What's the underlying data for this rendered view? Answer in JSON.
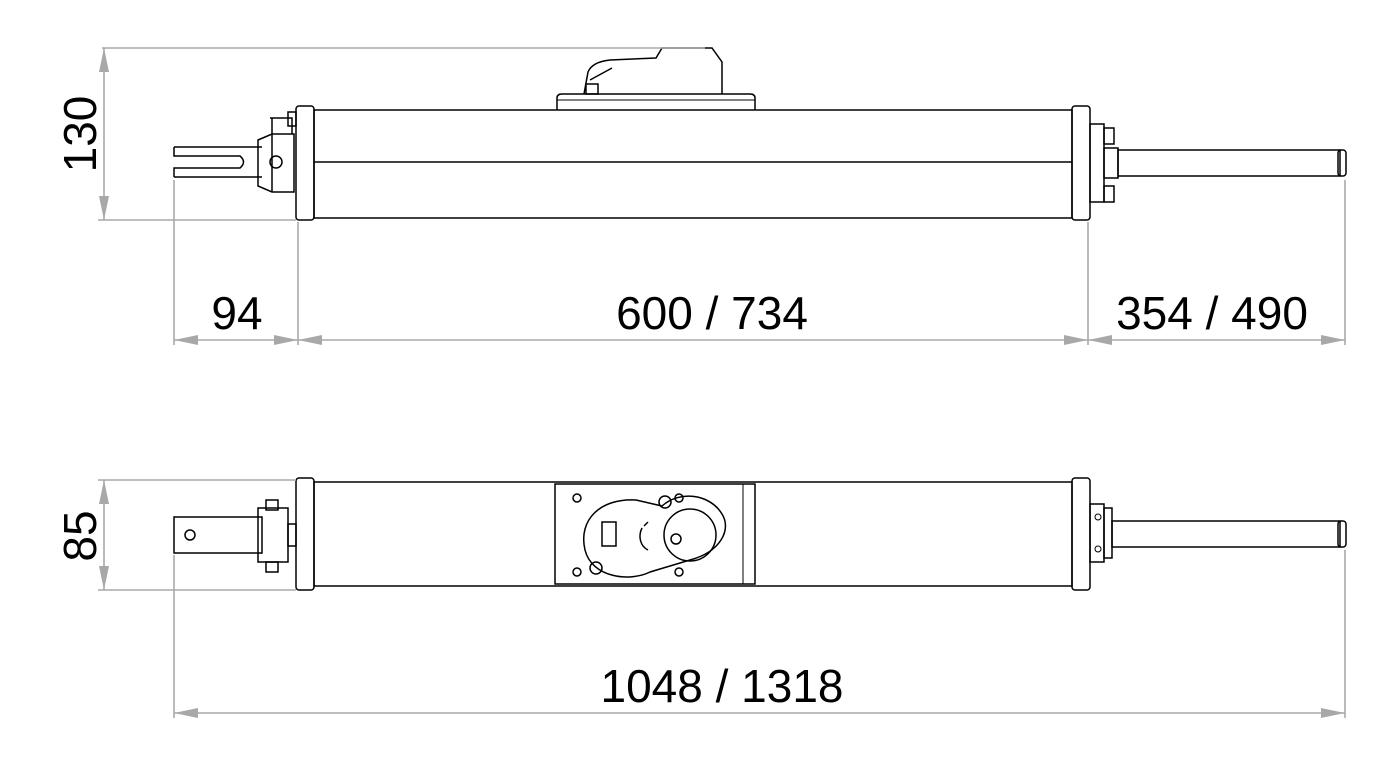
{
  "dimensions": {
    "height_side": "130",
    "height_top": "85",
    "bracket_length": "94",
    "body_length": "600 / 734",
    "rod_length": "354 / 490",
    "total_length": "1048 / 1318"
  },
  "colors": {
    "dimension_line": "#a8a8a8",
    "outline": "#000000",
    "background": "#ffffff"
  }
}
